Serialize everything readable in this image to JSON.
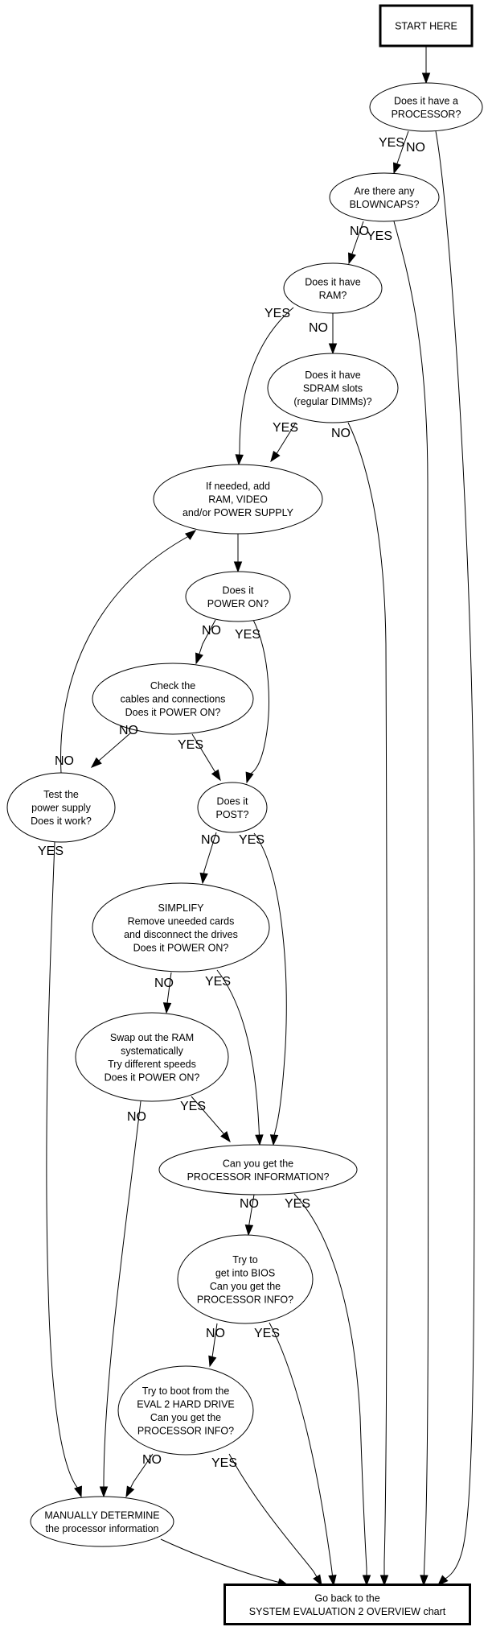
{
  "title": "System Evaluation 2 processor flowchart",
  "nodes": [
    {
      "id": "start",
      "shape": "box",
      "lines": [
        "START HERE"
      ]
    },
    {
      "id": "processor",
      "shape": "ellipse",
      "lines": [
        "Does it have a",
        "PROCESSOR?"
      ]
    },
    {
      "id": "blowncaps",
      "shape": "ellipse",
      "lines": [
        "Are there any",
        "BLOWNCAPS?"
      ]
    },
    {
      "id": "ram",
      "shape": "ellipse",
      "lines": [
        "Does it have",
        "RAM?"
      ]
    },
    {
      "id": "sdram",
      "shape": "ellipse",
      "lines": [
        "Does it have",
        "SDRAM slots",
        "(regular DIMMs)?"
      ]
    },
    {
      "id": "add",
      "shape": "ellipse",
      "lines": [
        "If needed, add",
        "RAM, VIDEO",
        "and/or POWER SUPPLY"
      ]
    },
    {
      "id": "poweron",
      "shape": "ellipse",
      "lines": [
        "Does it",
        "POWER ON?"
      ]
    },
    {
      "id": "cables",
      "shape": "ellipse",
      "lines": [
        "Check the",
        "cables and connections",
        "Does it POWER ON?"
      ]
    },
    {
      "id": "psu",
      "shape": "ellipse",
      "lines": [
        "Test the",
        "power supply",
        "Does it work?"
      ]
    },
    {
      "id": "post",
      "shape": "ellipse",
      "lines": [
        "Does it",
        "POST?"
      ]
    },
    {
      "id": "simplify",
      "shape": "ellipse",
      "lines": [
        "SIMPLIFY",
        "Remove uneeded cards",
        "and disconnect the drives",
        "Does it POWER ON?"
      ]
    },
    {
      "id": "swapram",
      "shape": "ellipse",
      "lines": [
        "Swap out the RAM",
        "systematically",
        "Try different speeds",
        "Does it POWER ON?"
      ]
    },
    {
      "id": "procinfo",
      "shape": "ellipse",
      "lines": [
        "Can you get the",
        "PROCESSOR INFORMATION?"
      ]
    },
    {
      "id": "bios",
      "shape": "ellipse",
      "lines": [
        "Try to",
        "get into BIOS",
        "Can you get the",
        "PROCESSOR INFO?"
      ]
    },
    {
      "id": "eval2",
      "shape": "ellipse",
      "lines": [
        "Try to boot from the",
        "EVAL 2 HARD DRIVE",
        "Can you get the",
        "PROCESSOR INFO?"
      ]
    },
    {
      "id": "manual",
      "shape": "ellipse",
      "lines": [
        "MANUALLY DETERMINE",
        "the processor information"
      ]
    },
    {
      "id": "goback",
      "shape": "box",
      "lines": [
        "Go back to the",
        "SYSTEM EVALUATION 2 OVERVIEW chart"
      ]
    }
  ],
  "edges": [
    {
      "from": "start",
      "to": "processor",
      "label": ""
    },
    {
      "from": "processor",
      "to": "blowncaps",
      "label": "YES"
    },
    {
      "from": "processor",
      "to": "goback",
      "label": "NO"
    },
    {
      "from": "blowncaps",
      "to": "ram",
      "label": "NO"
    },
    {
      "from": "blowncaps",
      "to": "goback",
      "label": "YES"
    },
    {
      "from": "ram",
      "to": "add",
      "label": "YES"
    },
    {
      "from": "ram",
      "to": "sdram",
      "label": "NO"
    },
    {
      "from": "sdram",
      "to": "add",
      "label": "YES"
    },
    {
      "from": "sdram",
      "to": "goback",
      "label": "NO"
    },
    {
      "from": "add",
      "to": "poweron",
      "label": ""
    },
    {
      "from": "poweron",
      "to": "cables",
      "label": "NO"
    },
    {
      "from": "poweron",
      "to": "post",
      "label": "YES"
    },
    {
      "from": "cables",
      "to": "psu",
      "label": "NO"
    },
    {
      "from": "cables",
      "to": "post",
      "label": "YES"
    },
    {
      "from": "psu",
      "to": "add",
      "label": "NO"
    },
    {
      "from": "psu",
      "to": "manual",
      "label": "YES"
    },
    {
      "from": "post",
      "to": "simplify",
      "label": "NO"
    },
    {
      "from": "post",
      "to": "procinfo",
      "label": "YES"
    },
    {
      "from": "simplify",
      "to": "swapram",
      "label": "NO"
    },
    {
      "from": "simplify",
      "to": "procinfo",
      "label": "YES"
    },
    {
      "from": "swapram",
      "to": "manual",
      "label": "NO"
    },
    {
      "from": "swapram",
      "to": "procinfo",
      "label": "YES"
    },
    {
      "from": "procinfo",
      "to": "bios",
      "label": "NO"
    },
    {
      "from": "procinfo",
      "to": "goback",
      "label": "YES"
    },
    {
      "from": "bios",
      "to": "eval2",
      "label": "NO"
    },
    {
      "from": "bios",
      "to": "goback",
      "label": "YES"
    },
    {
      "from": "eval2",
      "to": "manual",
      "label": "NO"
    },
    {
      "from": "eval2",
      "to": "goback",
      "label": "YES"
    },
    {
      "from": "manual",
      "to": "goback",
      "label": ""
    }
  ]
}
